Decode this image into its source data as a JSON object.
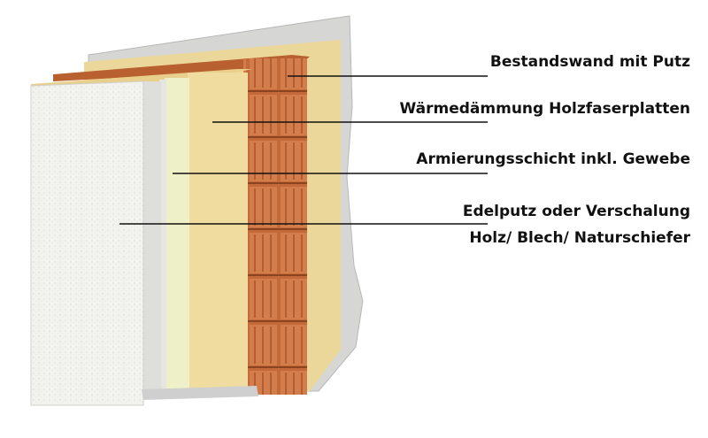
{
  "labels": {
    "existing_wall": "Bestandswand mit Putz",
    "insulation": "Wärmedämmung Holzfaserplatten",
    "reinforcement": "Armierungsschicht inkl. Gewebe",
    "finish_line1": "Edelputz oder Verschalung",
    "finish_line2": "Holz/ Blech/ Naturschiefer"
  },
  "colors": {
    "interior_plaster": "#d9d9d9",
    "brick": "#c9703f",
    "insulation": "#f0dc9e",
    "reinforcement": "#eef1c8",
    "render": "#f3f3f0"
  }
}
